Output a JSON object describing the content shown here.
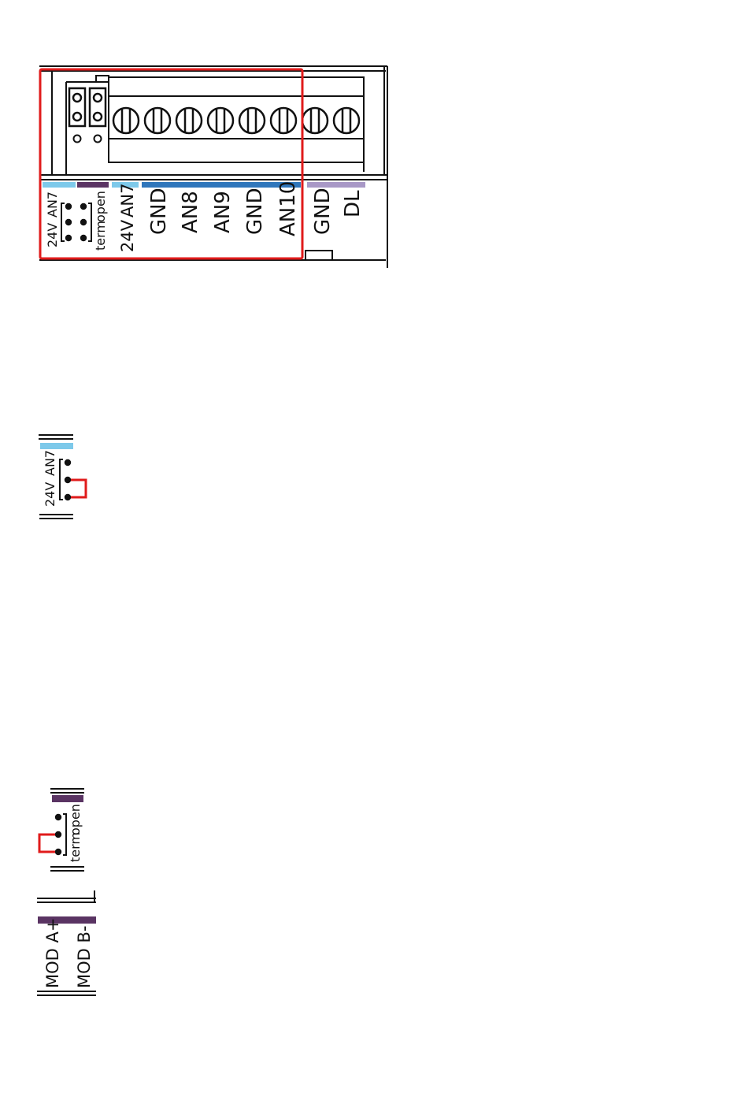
{
  "colors": {
    "highlight": "#e01b1b",
    "light_blue": "#7dc9ea",
    "purple": "#5a3463",
    "blue": "#2f76bb",
    "lavender": "#a898c6",
    "line": "#111111"
  },
  "terminal_block": {
    "labels": [
      "24V",
      "AN7",
      "GND",
      "AN8",
      "AN9",
      "GND",
      "AN10",
      "GND",
      "DL"
    ],
    "jumper_labels": {
      "left_24v": "24V",
      "left_an7": "AN7",
      "term": "term",
      "open": "open"
    }
  },
  "detail_an7": {
    "label_24v": "24V",
    "label_an7": "AN7"
  },
  "detail_term": {
    "label_term": "term",
    "label_open": "open"
  },
  "detail_mod": {
    "label_a": "MOD A+",
    "label_b": "MOD B-"
  }
}
